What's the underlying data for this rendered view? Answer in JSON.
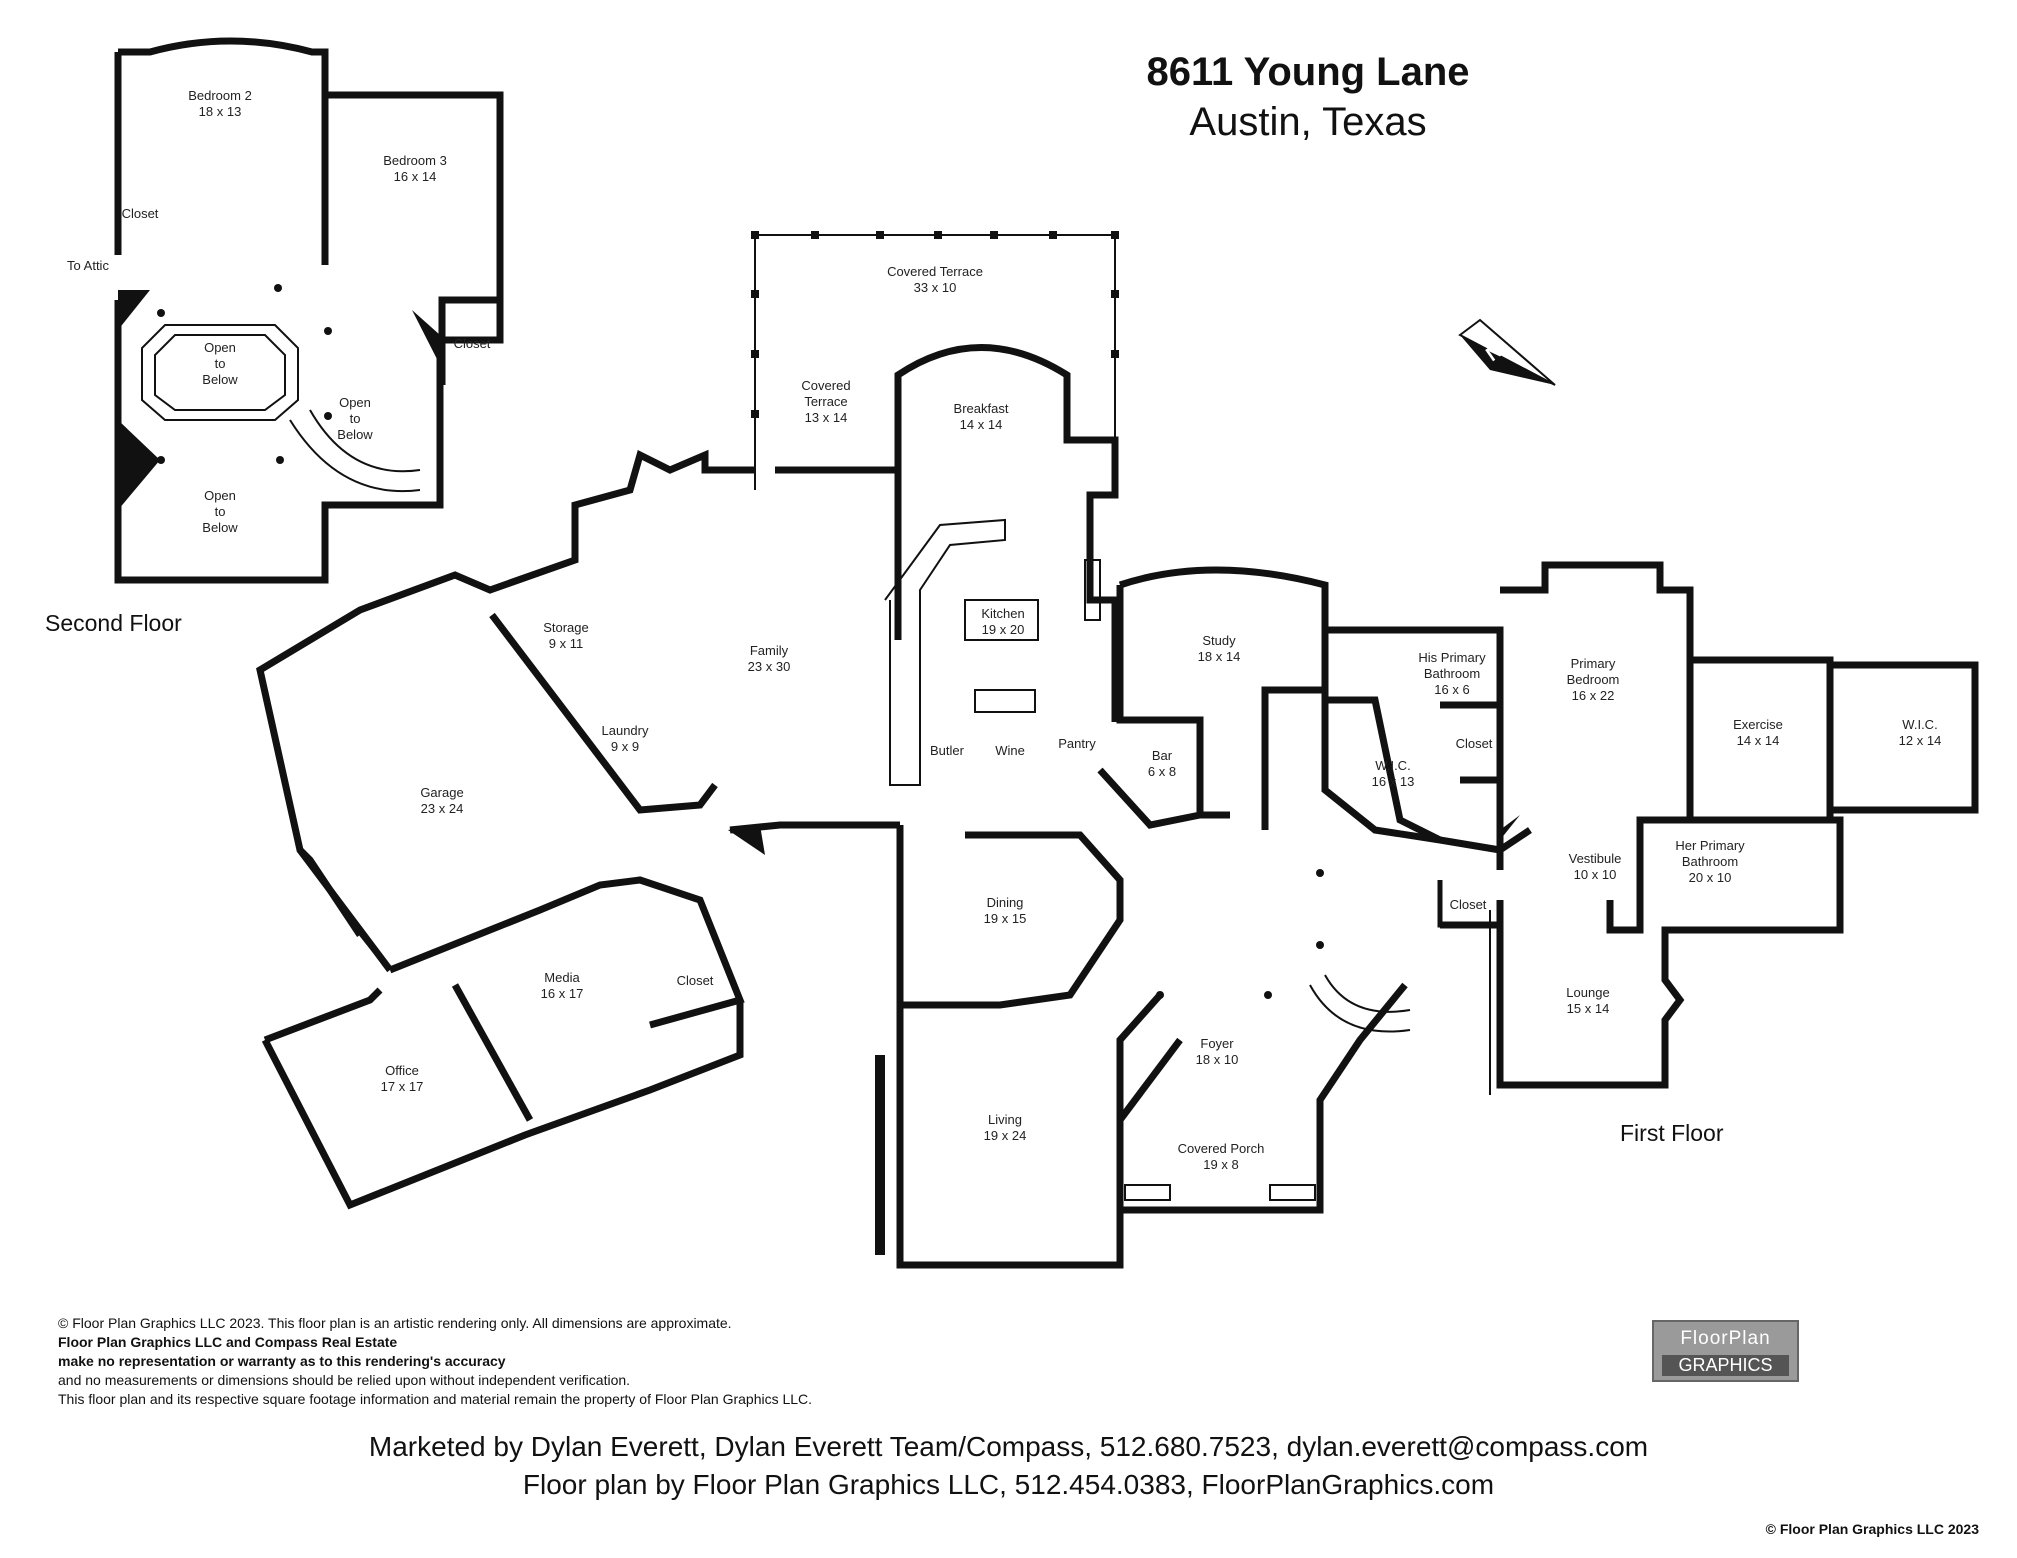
{
  "header": {
    "title": "8611 Young Lane",
    "subtitle": "Austin, Texas"
  },
  "floors": {
    "second": "Second Floor",
    "first": "First Floor"
  },
  "rooms_second": [
    {
      "name": "Bedroom 2",
      "size": "18 x 13"
    },
    {
      "name": "Bedroom 3",
      "size": "16 x 14"
    },
    {
      "name": "Closet",
      "size": ""
    },
    {
      "name": "Closet",
      "size": ""
    },
    {
      "name": "To Attic",
      "size": ""
    },
    {
      "name": "Open to Below",
      "size": ""
    },
    {
      "name": "Open to Below",
      "size": ""
    },
    {
      "name": "Open to Below",
      "size": ""
    }
  ],
  "rooms_first": [
    {
      "name": "Covered Terrace",
      "size": "33 x 10"
    },
    {
      "name": "Covered Terrace",
      "size": "13 x 14"
    },
    {
      "name": "Breakfast",
      "size": "14 x 14"
    },
    {
      "name": "Kitchen",
      "size": "19 x 20"
    },
    {
      "name": "Family",
      "size": "23 x 30"
    },
    {
      "name": "Storage",
      "size": "9 x 11"
    },
    {
      "name": "Laundry",
      "size": "9 x 9"
    },
    {
      "name": "Garage",
      "size": "23 x 24"
    },
    {
      "name": "Media",
      "size": "16 x 17"
    },
    {
      "name": "Office",
      "size": "17 x 17"
    },
    {
      "name": "Closet",
      "size": ""
    },
    {
      "name": "Butler",
      "size": ""
    },
    {
      "name": "Wine",
      "size": ""
    },
    {
      "name": "Pantry",
      "size": ""
    },
    {
      "name": "Bar",
      "size": "6 x 8"
    },
    {
      "name": "Dining",
      "size": "19 x 15"
    },
    {
      "name": "Living",
      "size": "19 x 24"
    },
    {
      "name": "Study",
      "size": "18 x 14"
    },
    {
      "name": "Foyer",
      "size": "18 x 10"
    },
    {
      "name": "Covered Porch",
      "size": "19 x 8"
    },
    {
      "name": "His Primary Bathroom",
      "size": "16 x 6"
    },
    {
      "name": "W.I.C.",
      "size": "16 x 13"
    },
    {
      "name": "Closet",
      "size": ""
    },
    {
      "name": "Primary Bedroom",
      "size": "16 x 22"
    },
    {
      "name": "Exercise",
      "size": "14 x 14"
    },
    {
      "name": "W.I.C.",
      "size": "12 x 14"
    },
    {
      "name": "Vestibule",
      "size": "10 x 10"
    },
    {
      "name": "Her Primary Bathroom",
      "size": "20 x 10"
    },
    {
      "name": "Closet",
      "size": ""
    },
    {
      "name": "Lounge",
      "size": "15 x 14"
    }
  ],
  "disclaimer": [
    "© Floor Plan Graphics LLC 2023. This floor plan is an artistic rendering only. All dimensions are approximate.",
    "Floor Plan Graphics LLC and Compass Real Estate",
    "make no representation or warranty as to this rendering's accuracy",
    "and no measurements or dimensions should be relied upon without independent verification.",
    "This floor plan and its respective square footage information and material remain the property of Floor Plan Graphics LLC."
  ],
  "credits": {
    "marketed_by": "Marketed by Dylan Everett, Dylan Everett Team/Compass, 512.680.7523, dylan.everett@compass.com",
    "plan_by": "Floor plan by Floor Plan Graphics LLC, 512.454.0383, FloorPlanGraphics.com"
  },
  "copyright": "© Floor Plan Graphics LLC 2023",
  "logo": {
    "line1": "FloorPlan",
    "line2": "GRAPHICS"
  },
  "compass_letter": "N",
  "colors": {
    "wall": "#111111",
    "background": "#ffffff",
    "logo_bg": "#9a9a9a"
  }
}
